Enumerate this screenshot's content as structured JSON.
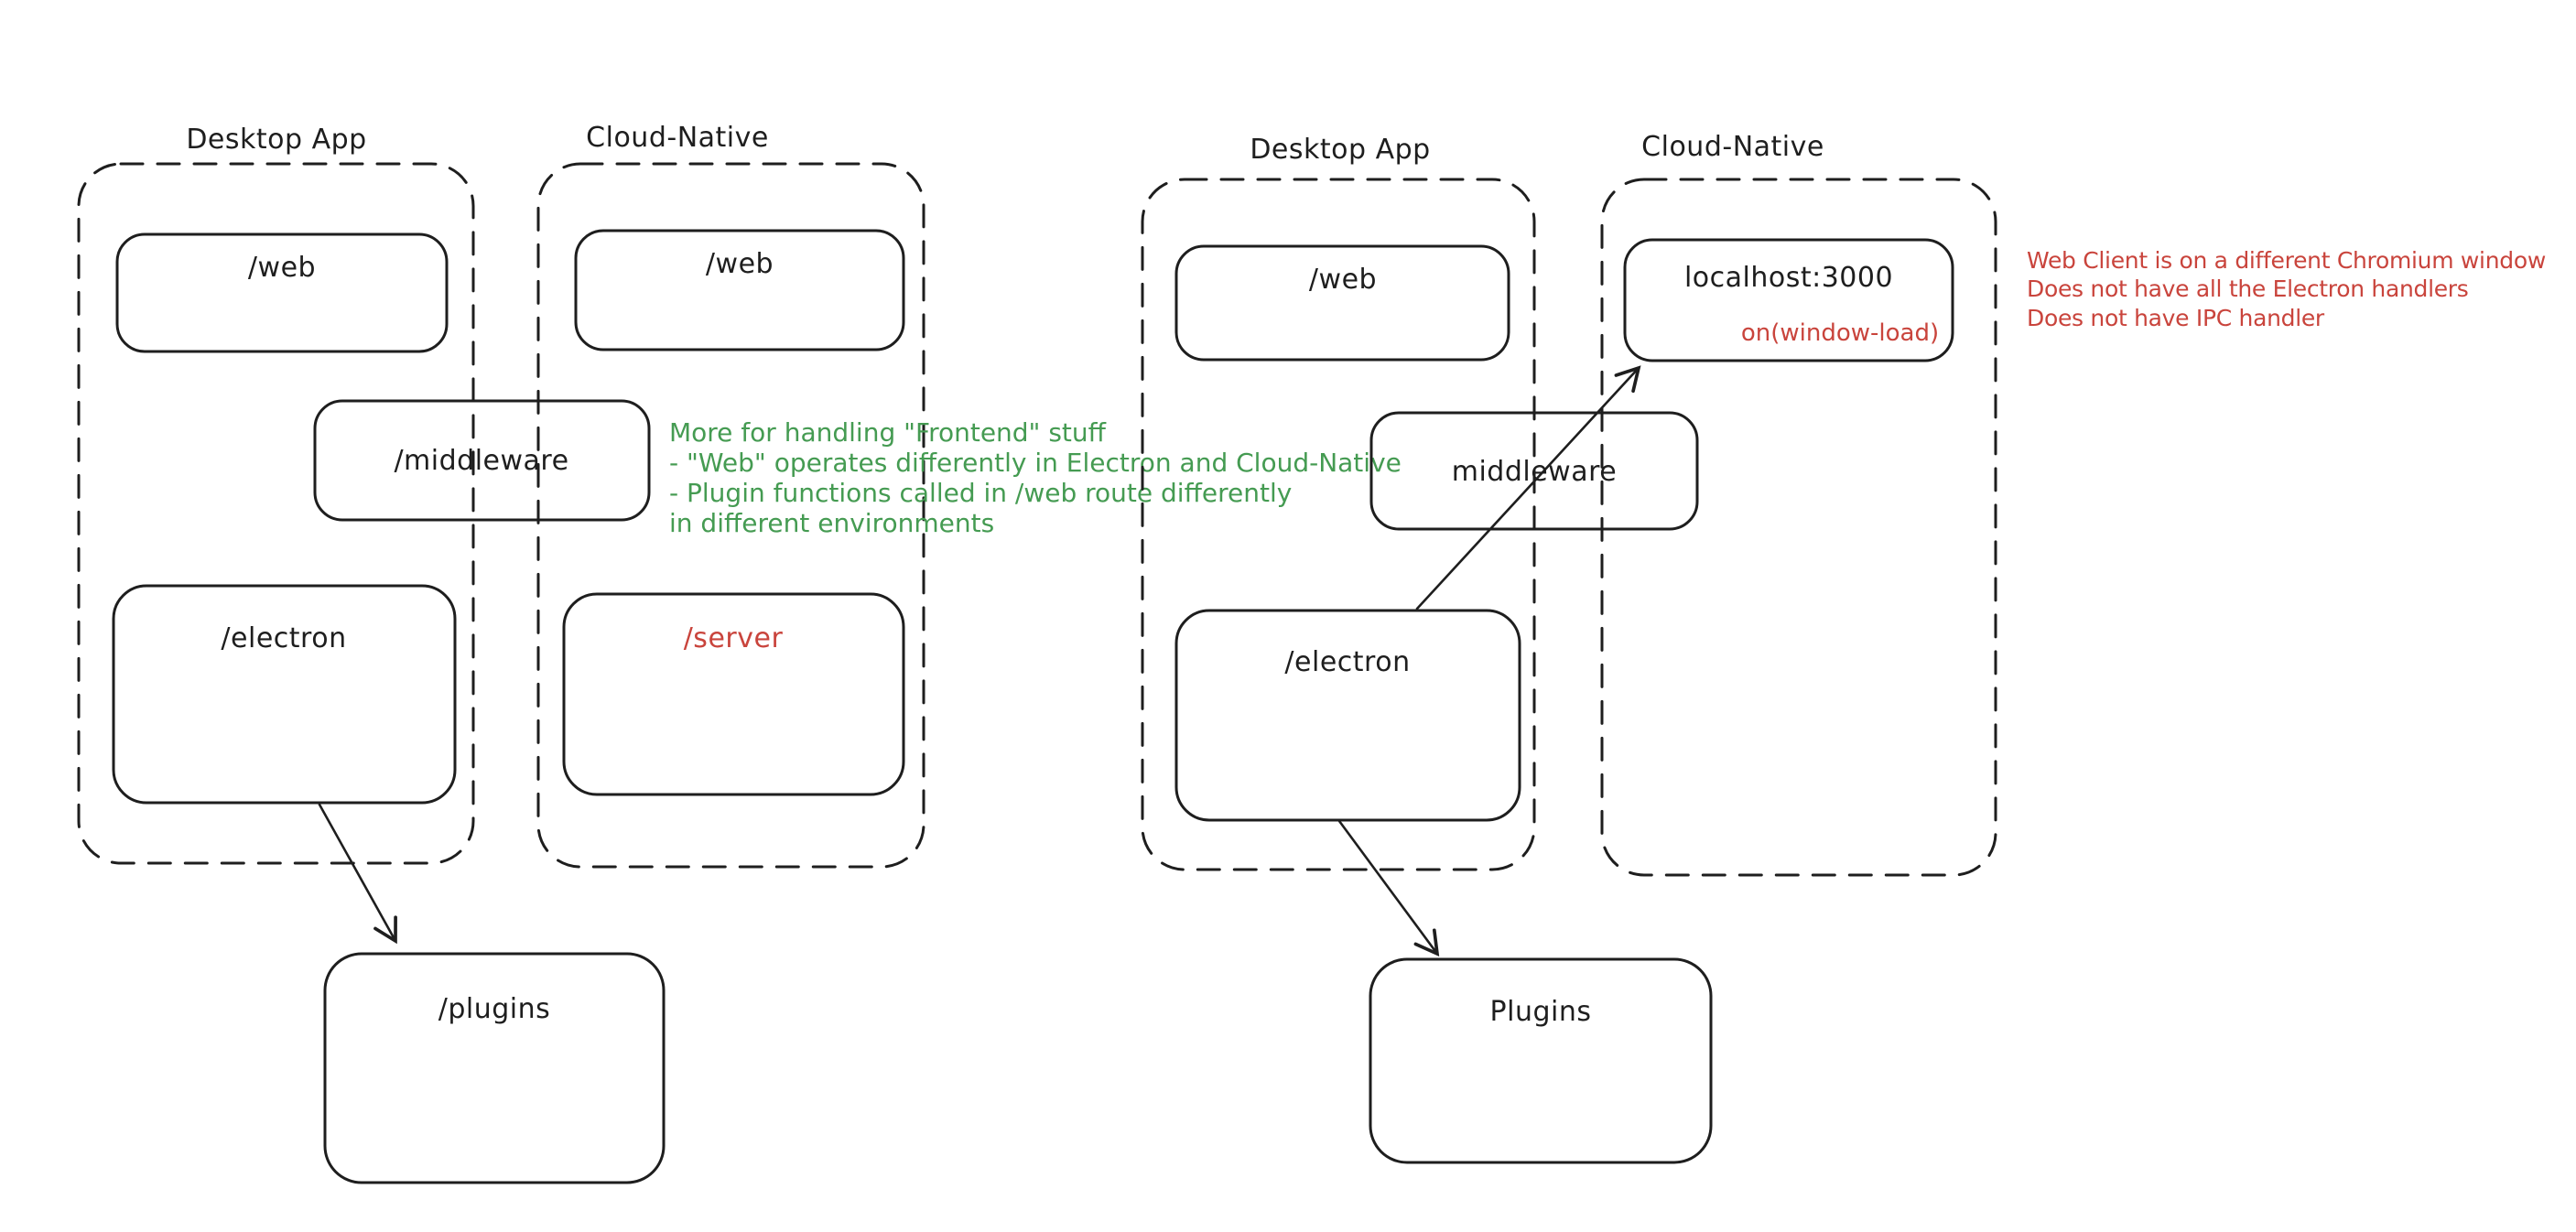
{
  "colors": {
    "ink": "#1e1e1e",
    "green": "#459b52",
    "red": "#c9443c",
    "background": "#ffffff"
  },
  "left_diagram": {
    "desktop_container_title": "Desktop App",
    "cloud_container_title": "Cloud-Native",
    "nodes": {
      "web_desktop": "/web",
      "web_cloud": "/web",
      "middleware": "/middleware",
      "electron": "/electron",
      "server": "/server",
      "plugins": "/plugins"
    },
    "annotation": {
      "color_name": "green",
      "lines": [
        "More for handling \"Frontend\" stuff",
        "- \"Web\" operates differently in Electron and Cloud-Native",
        "- Plugin functions called in /web route differently",
        "in different environments"
      ]
    }
  },
  "right_diagram": {
    "desktop_container_title": "Desktop App",
    "cloud_container_title": "Cloud-Native",
    "nodes": {
      "web": "/web",
      "localhost": "localhost:3000",
      "localhost_event": "on(window-load)",
      "middleware": "middleware",
      "electron": "/electron",
      "plugins": "Plugins"
    },
    "annotation": {
      "color_name": "red",
      "lines": [
        "Web Client is on a different Chromium window",
        "Does not have all the Electron handlers",
        "Does not have IPC handler"
      ]
    }
  }
}
